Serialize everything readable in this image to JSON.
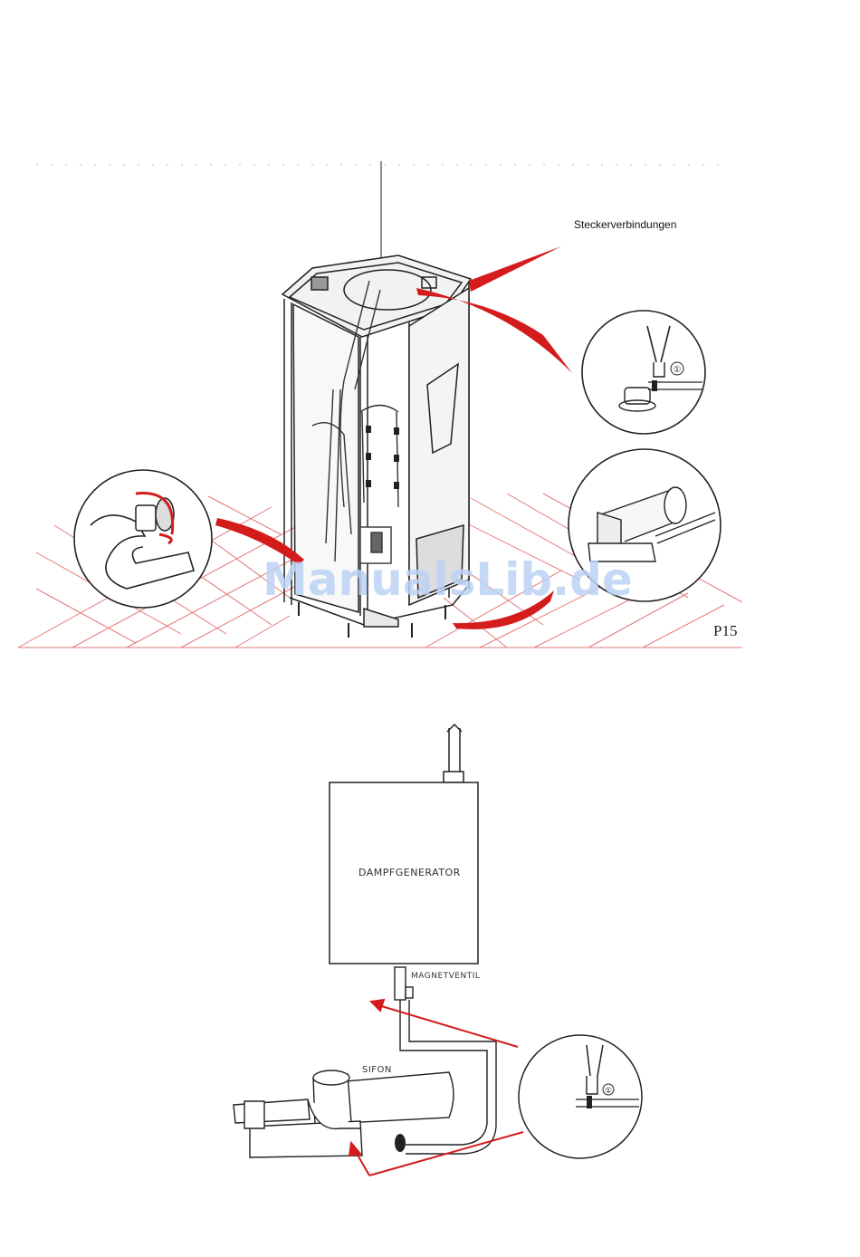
{
  "top_figure": {
    "label_connectors": "Steckerverbindungen",
    "page_number": "P15",
    "watermark": "ManualsLib.de",
    "callout_number": "①"
  },
  "bottom_figure": {
    "label_generator": "DAMPFGENERATOR",
    "label_valve": "MAGNETVENTIL",
    "label_siphon": "SIFON",
    "callout_number": "①"
  },
  "colors": {
    "arrow_red": "#d41c1c",
    "grid_red": "#e06a6a",
    "line_dark": "#222222"
  }
}
